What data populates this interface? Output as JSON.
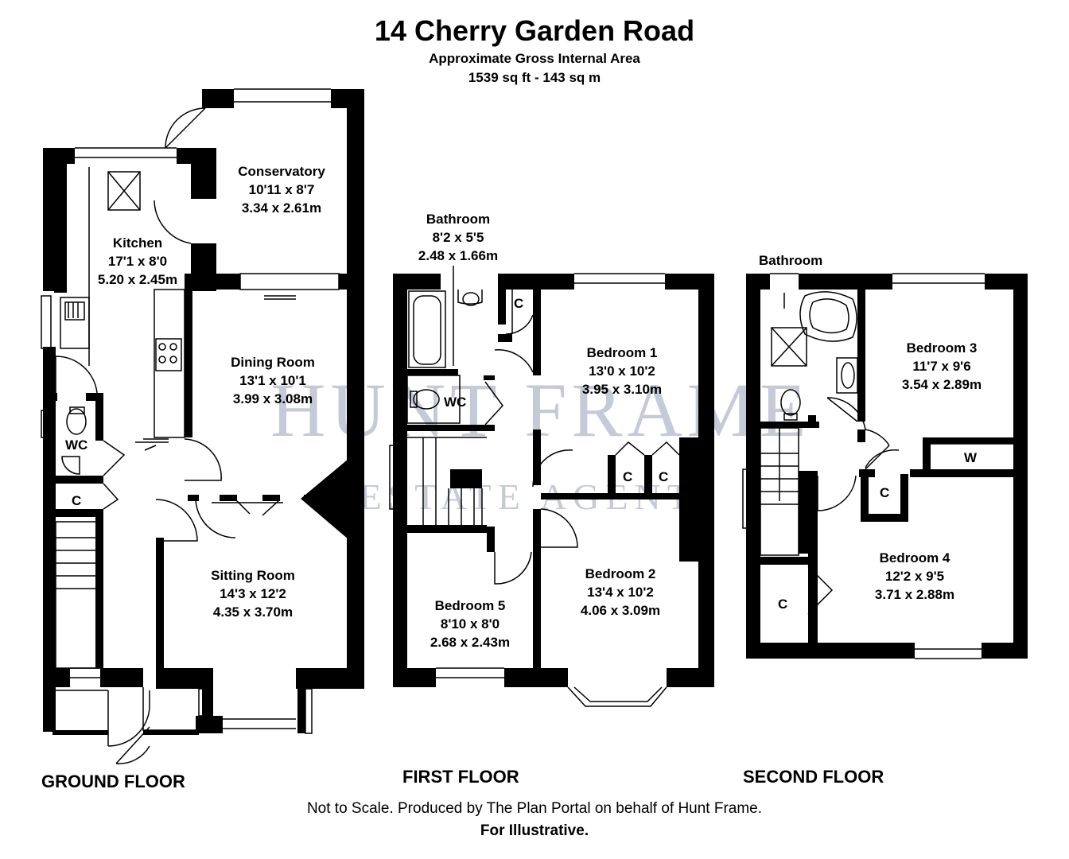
{
  "header": {
    "title": "14 Cherry Garden Road",
    "subtitle": "Approximate Gross Internal Area",
    "area": "1539 sq ft - 143 sq m"
  },
  "watermark": {
    "line1": "HUNT FRAME",
    "line2": "ESTATE AGENTS"
  },
  "floors": {
    "ground": {
      "label": "GROUND FLOOR",
      "rooms": [
        {
          "name": "Conservatory",
          "imperial": "10'11 x 8'7",
          "metric": "3.34 x 2.61m"
        },
        {
          "name": "Kitchen",
          "imperial": "17'1 x 8'0",
          "metric": "5.20 x 2.45m"
        },
        {
          "name": "Dining Room",
          "imperial": "13'1 x 10'1",
          "metric": "3.99 x 3.08m"
        },
        {
          "name": "Sitting Room",
          "imperial": "14'3 x 12'2",
          "metric": "4.35 x 3.70m"
        }
      ],
      "wc": "WC",
      "cupboard": "C"
    },
    "first": {
      "label": "FIRST FLOOR",
      "rooms": [
        {
          "name": "Bathroom",
          "imperial": "8'2 x 5'5",
          "metric": "2.48 x 1.66m"
        },
        {
          "name": "Bedroom 1",
          "imperial": "13'0 x 10'2",
          "metric": "3.95 x 3.10m"
        },
        {
          "name": "Bedroom 2",
          "imperial": "13'4 x 10'2",
          "metric": "4.06 x 3.09m"
        },
        {
          "name": "Bedroom 5",
          "imperial": "8'10 x 8'0",
          "metric": "2.68 x 2.43m"
        }
      ],
      "wc": "WC",
      "cupboard": "C"
    },
    "second": {
      "label": "SECOND FLOOR",
      "rooms": [
        {
          "name": "Bathroom"
        },
        {
          "name": "Bedroom 3",
          "imperial": "11'7 x 9'6",
          "metric": "3.54 x 2.89m"
        },
        {
          "name": "Bedroom 4",
          "imperial": "12'2 x 9'5",
          "metric": "3.71 x 2.88m"
        }
      ],
      "wardrobe": "W",
      "cupboard": "C"
    }
  },
  "footer": {
    "note": "Not to Scale. Produced by The Plan Portal on behalf of Hunt Frame.",
    "note2": "For Illustrative."
  },
  "colors": {
    "wall": "#000000",
    "watermark": "#c5cad8"
  }
}
